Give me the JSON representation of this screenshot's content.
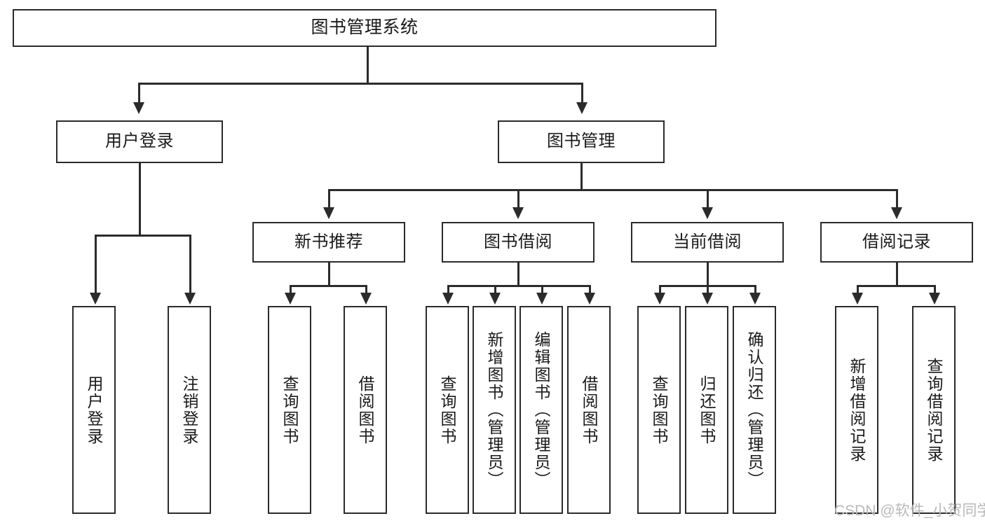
{
  "diagram": {
    "title": "图书管理系统",
    "type": "hierarchy-tree",
    "levels": 4,
    "root": {
      "id": "root",
      "label": "图书管理系统",
      "orientation": "horizontal"
    },
    "level2": [
      {
        "id": "user-login",
        "label": "用户登录",
        "orientation": "horizontal"
      },
      {
        "id": "book-management",
        "label": "图书管理",
        "orientation": "horizontal"
      }
    ],
    "level3": [
      {
        "id": "new-book-recommend",
        "label": "新书推荐",
        "orientation": "horizontal",
        "parent": "book-management"
      },
      {
        "id": "book-borrow",
        "label": "图书借阅",
        "orientation": "horizontal",
        "parent": "book-management"
      },
      {
        "id": "current-borrow",
        "label": "当前借阅",
        "orientation": "horizontal",
        "parent": "book-management"
      },
      {
        "id": "borrow-record",
        "label": "借阅记录",
        "orientation": "horizontal",
        "parent": "book-management"
      }
    ],
    "leaves": [
      {
        "id": "leaf-user-login",
        "label": "用户登录",
        "orientation": "vertical",
        "parent": "user-login"
      },
      {
        "id": "leaf-logout",
        "label": "注销登录",
        "orientation": "vertical",
        "parent": "user-login"
      },
      {
        "id": "leaf-query-book-1",
        "label": "查询图书",
        "orientation": "vertical",
        "parent": "new-book-recommend"
      },
      {
        "id": "leaf-borrow-book-1",
        "label": "借阅图书",
        "orientation": "vertical",
        "parent": "new-book-recommend"
      },
      {
        "id": "leaf-query-book-2",
        "label": "查询图书",
        "orientation": "vertical",
        "parent": "book-borrow"
      },
      {
        "id": "leaf-add-book",
        "label": "新增图书（管理员）",
        "orientation": "vertical",
        "parent": "book-borrow"
      },
      {
        "id": "leaf-edit-book",
        "label": "编辑图书（管理员）",
        "orientation": "vertical",
        "parent": "book-borrow"
      },
      {
        "id": "leaf-borrow-book-2",
        "label": "借阅图书",
        "orientation": "vertical",
        "parent": "book-borrow"
      },
      {
        "id": "leaf-query-book-3",
        "label": "查询图书",
        "orientation": "vertical",
        "parent": "current-borrow"
      },
      {
        "id": "leaf-return-book",
        "label": "归还图书",
        "orientation": "vertical",
        "parent": "current-borrow"
      },
      {
        "id": "leaf-confirm-return",
        "label": "确认归还（管理员）",
        "orientation": "vertical",
        "parent": "current-borrow"
      },
      {
        "id": "leaf-add-record",
        "label": "新增借阅记录",
        "orientation": "vertical",
        "parent": "borrow-record"
      },
      {
        "id": "leaf-query-record",
        "label": "查询借阅记录",
        "orientation": "vertical",
        "parent": "borrow-record"
      }
    ]
  },
  "watermark": {
    "text": "CSDN @软件_小贺同学"
  },
  "colors": {
    "stroke": "#2b2b2b",
    "fill": "#ffffff",
    "text": "#1a1a1a",
    "watermark": "#b9b9b9"
  }
}
